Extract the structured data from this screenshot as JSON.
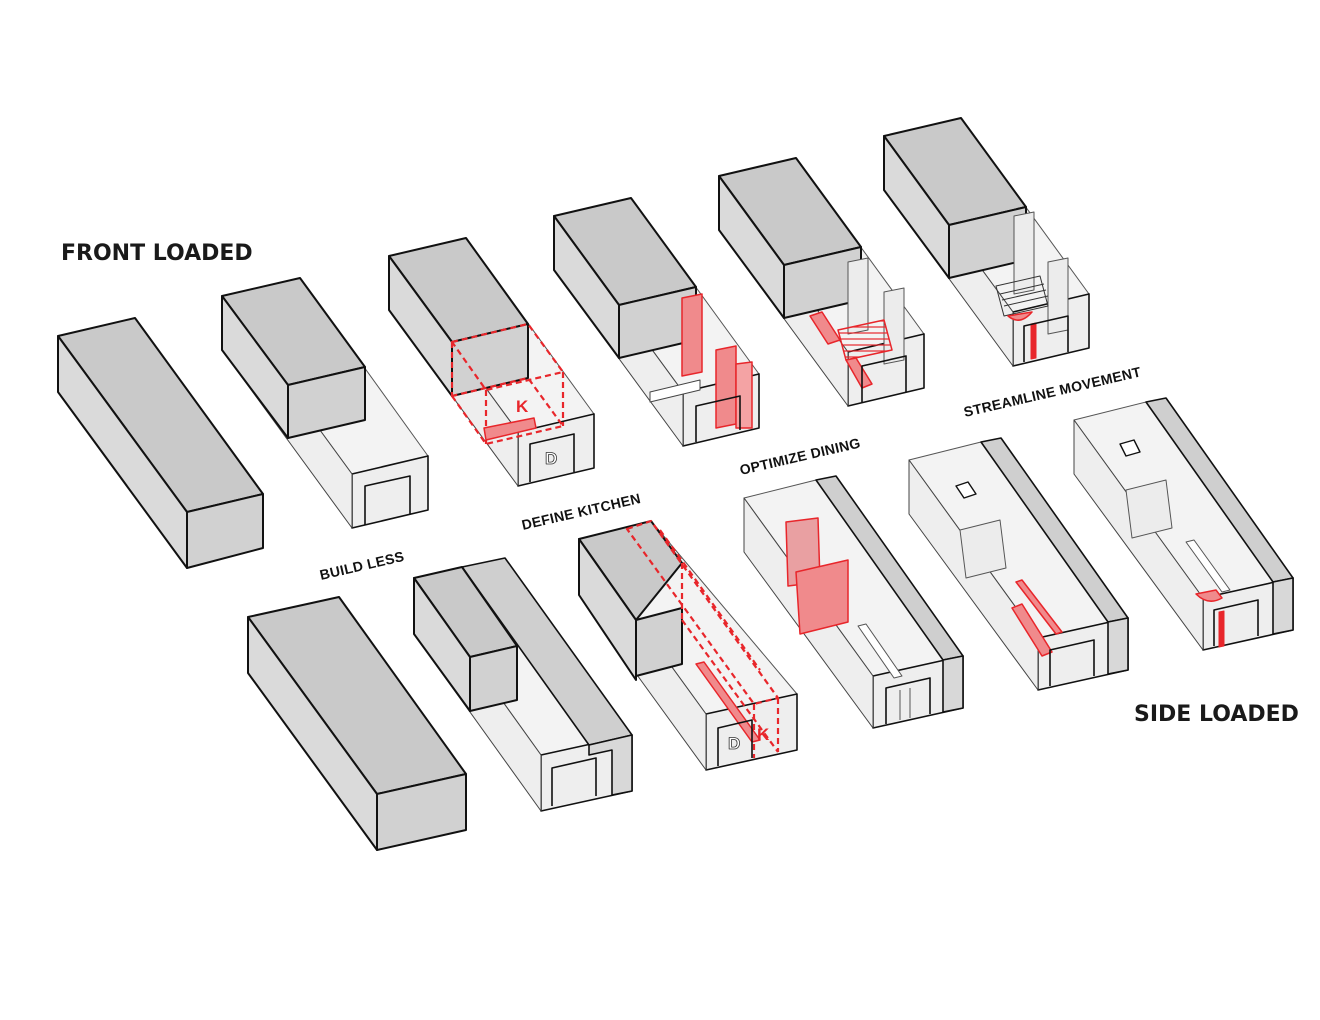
{
  "labels": {
    "front_loaded": "FRONT LOADED",
    "side_loaded": "SIDE LOADED",
    "build_less": "BUILD LESS",
    "define_kitchen": "DEFINE KITCHEN",
    "optimize_dining": "OPTIMIZE DINING",
    "streamline_movement": "STREAMLINE MOVEMENT"
  },
  "markers": {
    "kitchen": "K",
    "dining": "D"
  },
  "colors": {
    "accent": "#e8262b",
    "accent_fill": "#f08a8c",
    "massing_top": "#c9c9c9",
    "massing_side": "#dcdcdc",
    "massing_front": "#d2d2d2",
    "line": "#111111"
  }
}
